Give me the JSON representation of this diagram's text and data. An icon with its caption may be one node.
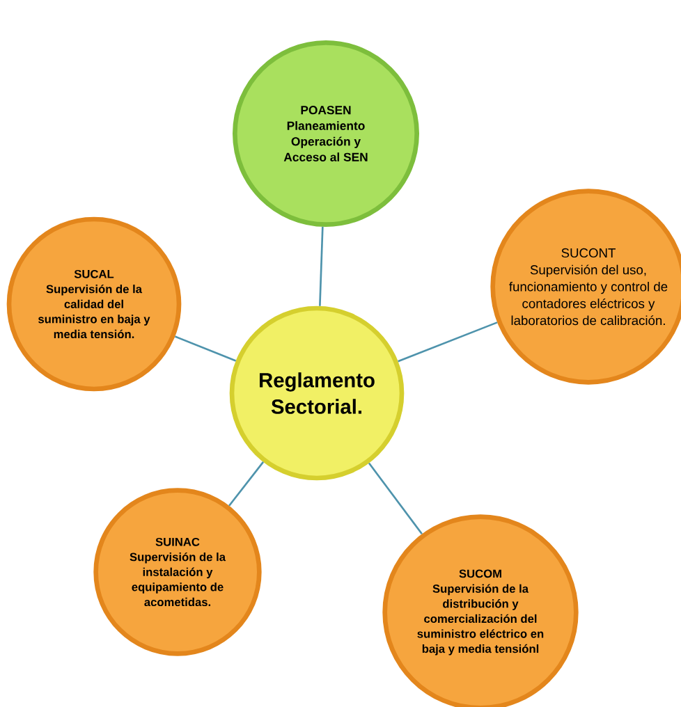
{
  "diagram": {
    "nodes": [
      {
        "text": [
          "POASEN",
          "Planeamiento Operación y Acceso al SEN"
        ]
      },
      {
        "text": [
          "SUCAL",
          "Supervisión de la calidad del suministro en baja y media tensión."
        ]
      },
      {
        "text": [
          "SUCONT",
          "Supervisión del uso, funcionamiento y control de contadores eléctricos y laboratorios de calibración."
        ]
      },
      {
        "text": [
          "Reglamento Sectorial."
        ]
      },
      {
        "text": [
          "SUINAC",
          "Supervisión de la instalación y equipamiento de acometidas."
        ]
      },
      {
        "text": [
          "SUCOM",
          "Supervisión de la distribución y comercialización del suministro eléctrico en baja y media tensiónl"
        ]
      }
    ],
    "edges": [
      {
        "from": 3,
        "to": 0,
        "arrow": "none"
      },
      {
        "from": 3,
        "to": 1,
        "arrow": "none"
      },
      {
        "from": 3,
        "to": 2,
        "arrow": "none"
      },
      {
        "from": 3,
        "to": 4,
        "arrow": "none"
      },
      {
        "from": 3,
        "to": 5,
        "arrow": "none"
      }
    ]
  }
}
